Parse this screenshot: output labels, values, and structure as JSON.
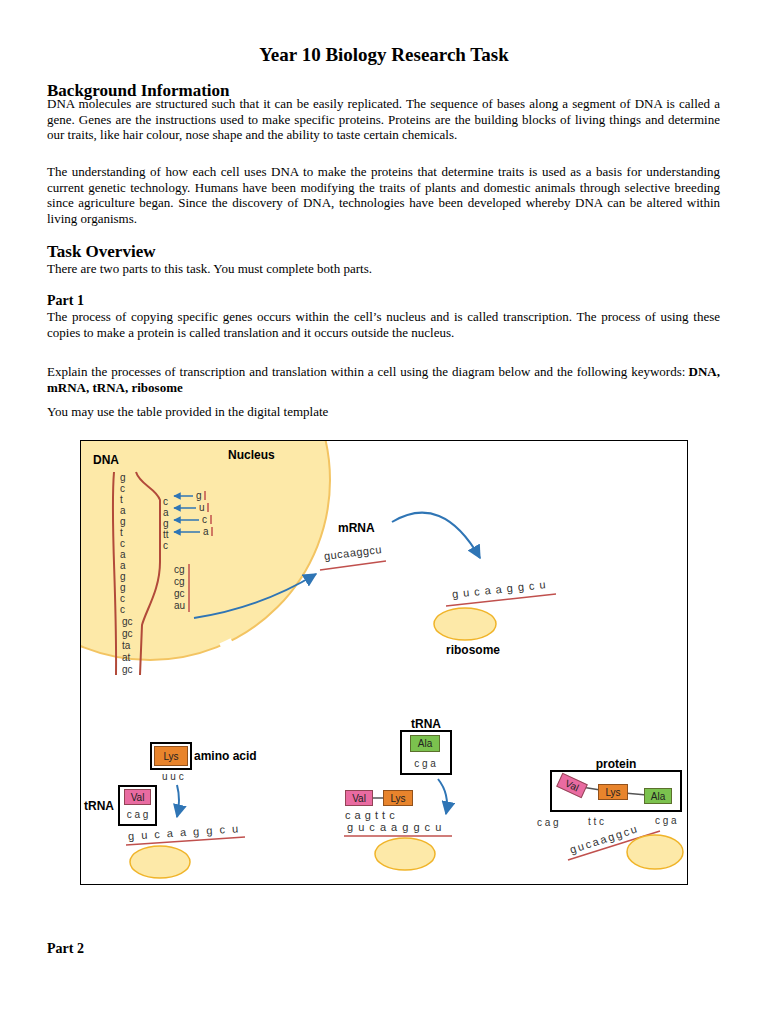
{
  "diagram": {
    "title": "Year 10 Biology Research Task",
    "nodes": [
      {
        "text": [
          "amino acid"
        ]
      },
      {
        "text": [
          "Lys"
        ],
        "in": 0
      },
      {
        "text": [
          "tRNA",
          "c a g"
        ]
      },
      {
        "text": [
          "Val"
        ],
        "in": 2
      },
      {
        "text": [
          "tRNA",
          "c g a"
        ]
      },
      {
        "text": [
          "Ala"
        ],
        "in": 4
      },
      {
        "text": [
          "Val"
        ]
      },
      {
        "text": [
          "Lys"
        ]
      },
      {
        "text": [
          "protein"
        ]
      },
      {
        "text": [
          "Val"
        ],
        "in": 8
      },
      {
        "text": [
          "Lys"
        ],
        "in": 8
      },
      {
        "text": [
          "Ala"
        ],
        "in": 8
      }
    ],
    "labels": [
      "Background Information",
      "DNA molecules are structured such that it can be easily replicated. The sequence of bases along a segment of DNA is called a gene. Genes are the instructions used to make specific proteins. Proteins are the building blocks of living things and determine our traits, like hair colour, nose shape and the ability to taste certain chemicals.",
      "The understanding of how each cell uses DNA to make the proteins that determine traits is used as a basis for understanding current genetic technology. Humans have been modifying the traits of plants and domestic animals through selective breeding since agriculture began. Since the discovery of DNA, technologies have been developed whereby DNA can be altered within living organisms.",
      "Task Overview",
      "There are two parts to this task. You must complete both parts.",
      "Part 1",
      "The process of copying specific genes occurs within the cell’s nucleus and is called transcription. The process of using these copies to make a protein is called translation and it occurs outside the nucleus.",
      "Explain the processes of transcription and translation within a cell using the diagram below and the following keywords:",
      "DNA, mRNA, tRNA, ribosome",
      "You may use the table provided in the digital template",
      "DNA",
      "Nucleus",
      "gctagtcaaggcc",
      "cagttc",
      "g",
      "u",
      "c",
      "a",
      "cg",
      "cg",
      "gc",
      "au",
      "gc",
      "gc",
      "ta",
      "at",
      "gc",
      "mRNA",
      "gucaaggcu",
      "gucaaggcu",
      "ribosome",
      "u u c",
      "g u c a a g g c u",
      "c a g t t c",
      "g u c a a g g c u",
      "c a g",
      "t t c",
      "c g a",
      "gucaaggcu",
      "Part 2"
    ]
  }
}
